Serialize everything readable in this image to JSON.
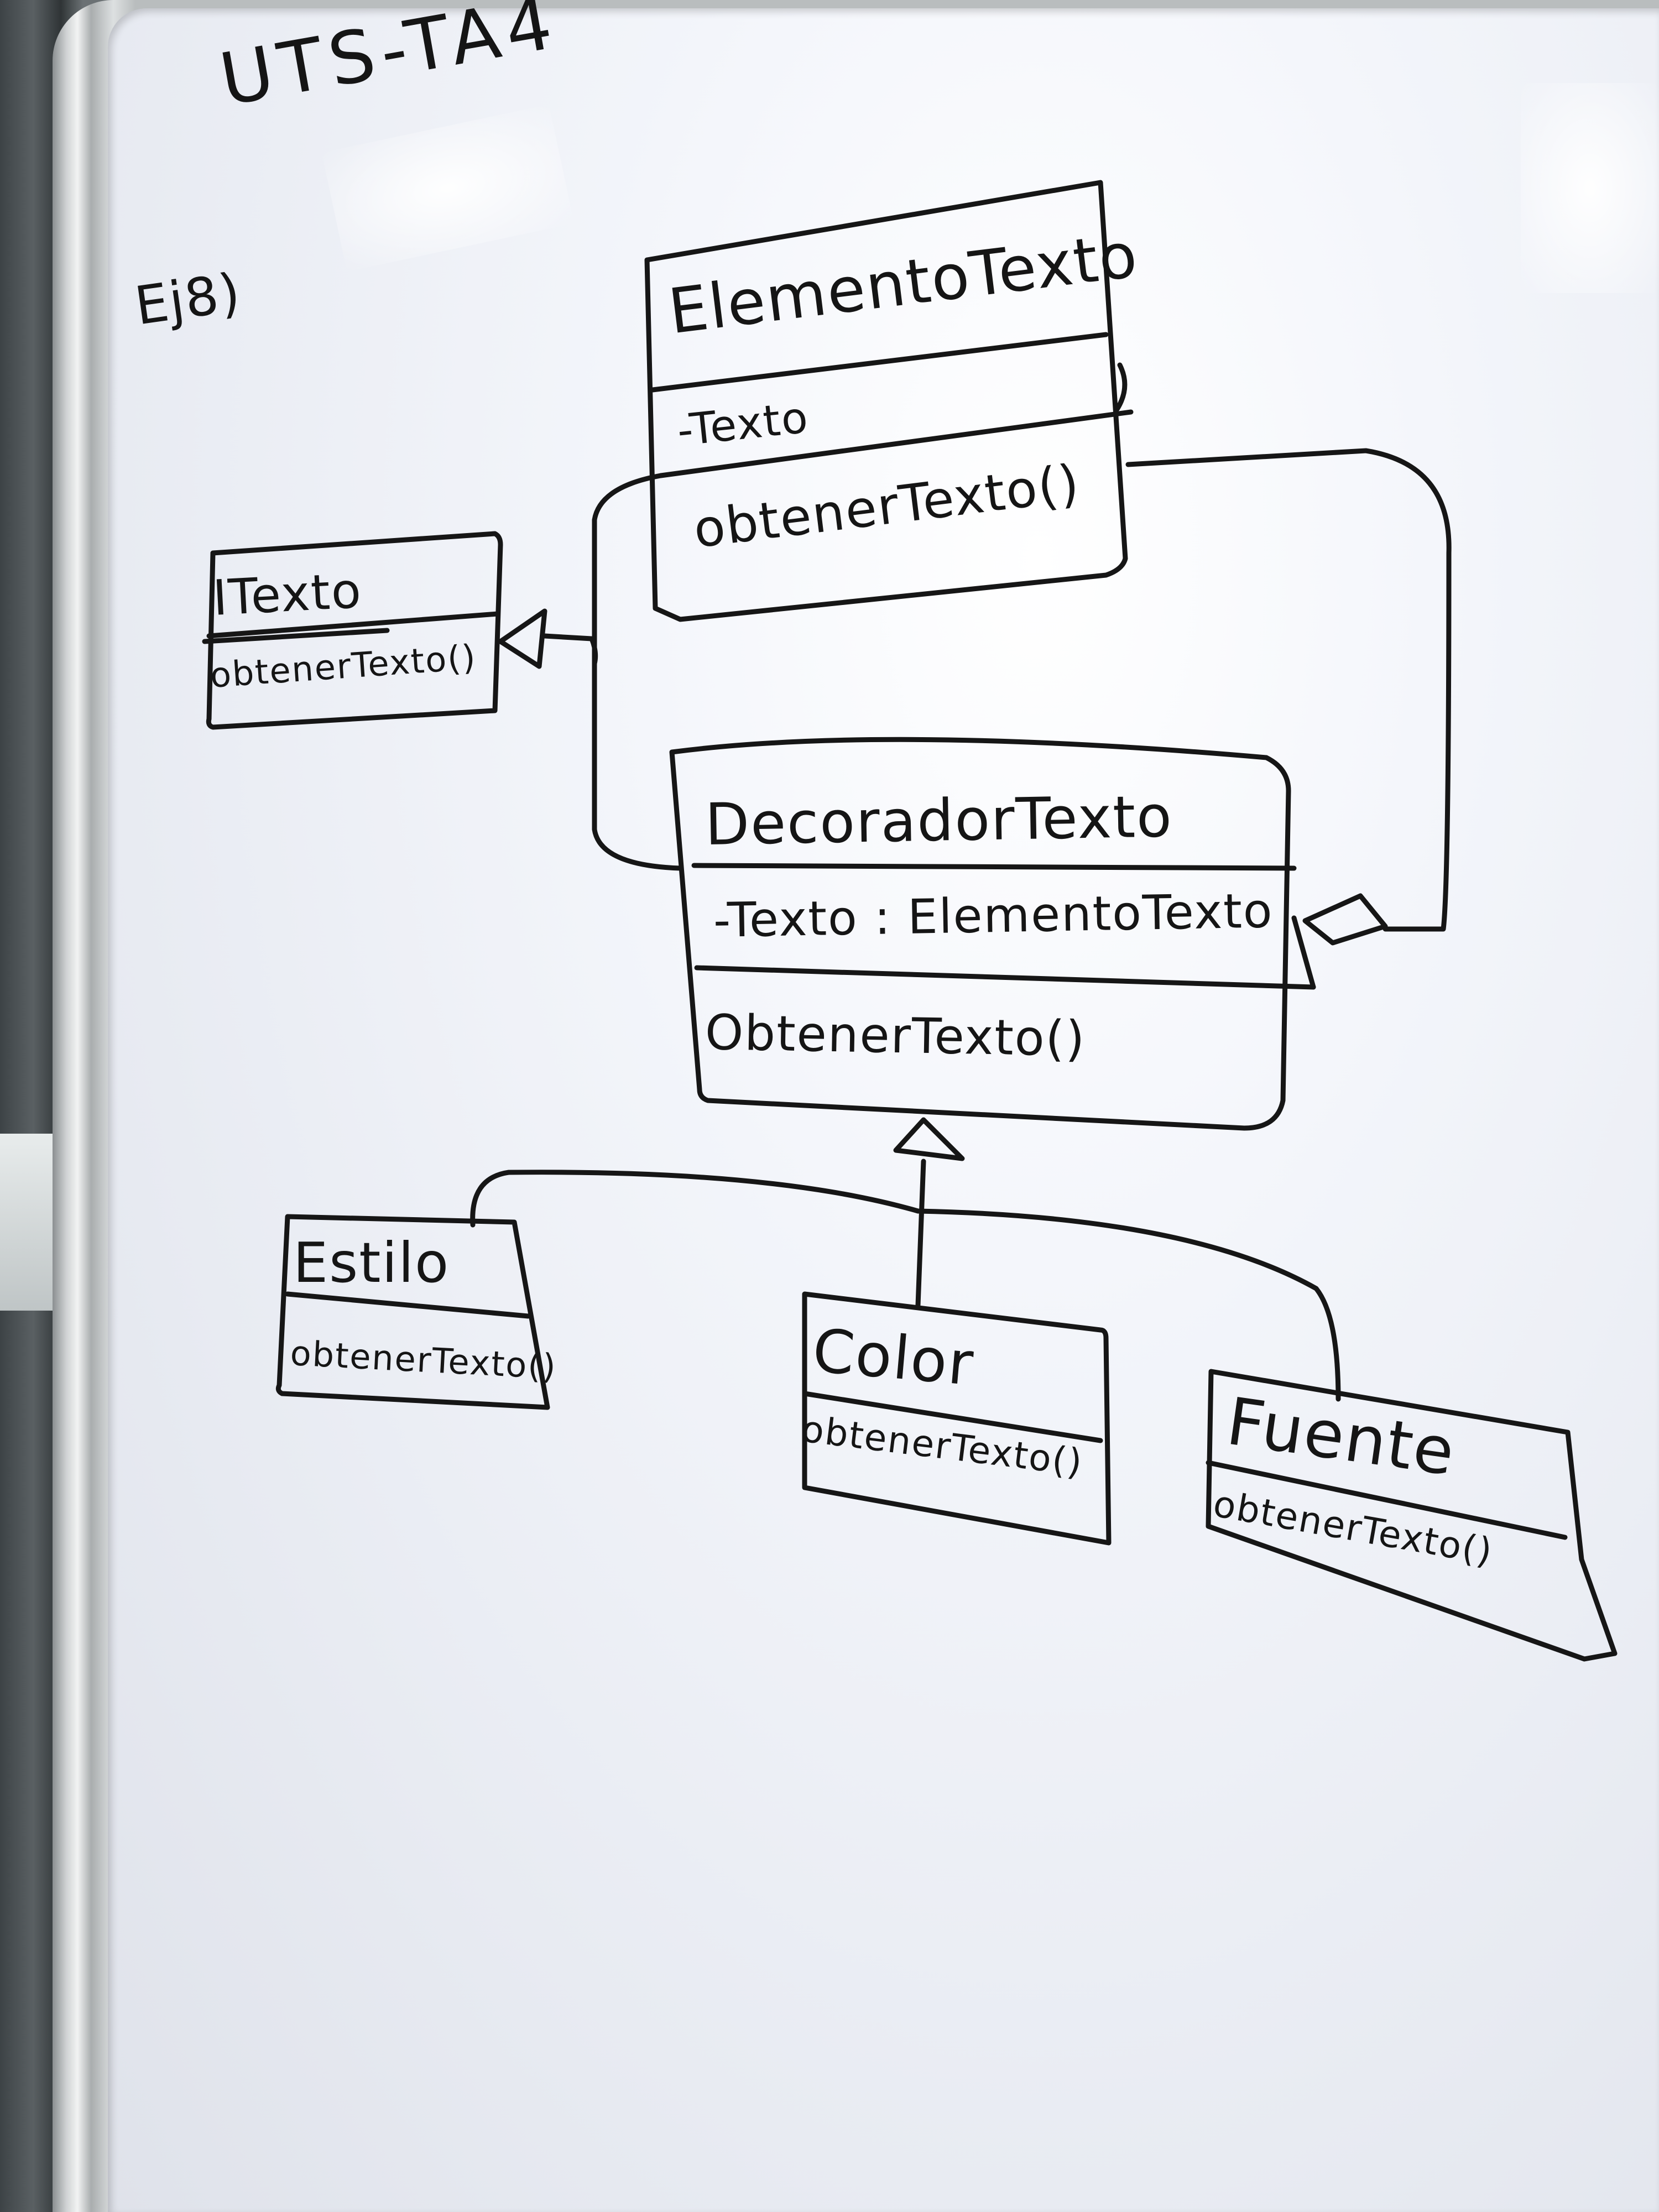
{
  "board": {
    "course_code": "UTS-TA4",
    "exercise_label": "Ej8)"
  },
  "classes": {
    "itexto": {
      "name": "ITexto",
      "operation": "obtenerTexto()"
    },
    "elemento_texto": {
      "name": "ElementoTexto",
      "attribute": "-Texto",
      "operation": "obtenerTexto()"
    },
    "decorador_texto": {
      "name": "DecoradorTexto",
      "attribute": "-Texto : ElementoTexto",
      "operation": "ObtenerTexto()"
    },
    "estilo": {
      "name": "Estilo",
      "operation": "obtenerTexto()"
    },
    "color": {
      "name": "Color",
      "operation": "obtenerTexto()"
    },
    "fuente": {
      "name": "Fuente",
      "operation": "obtenerTexto()"
    }
  }
}
